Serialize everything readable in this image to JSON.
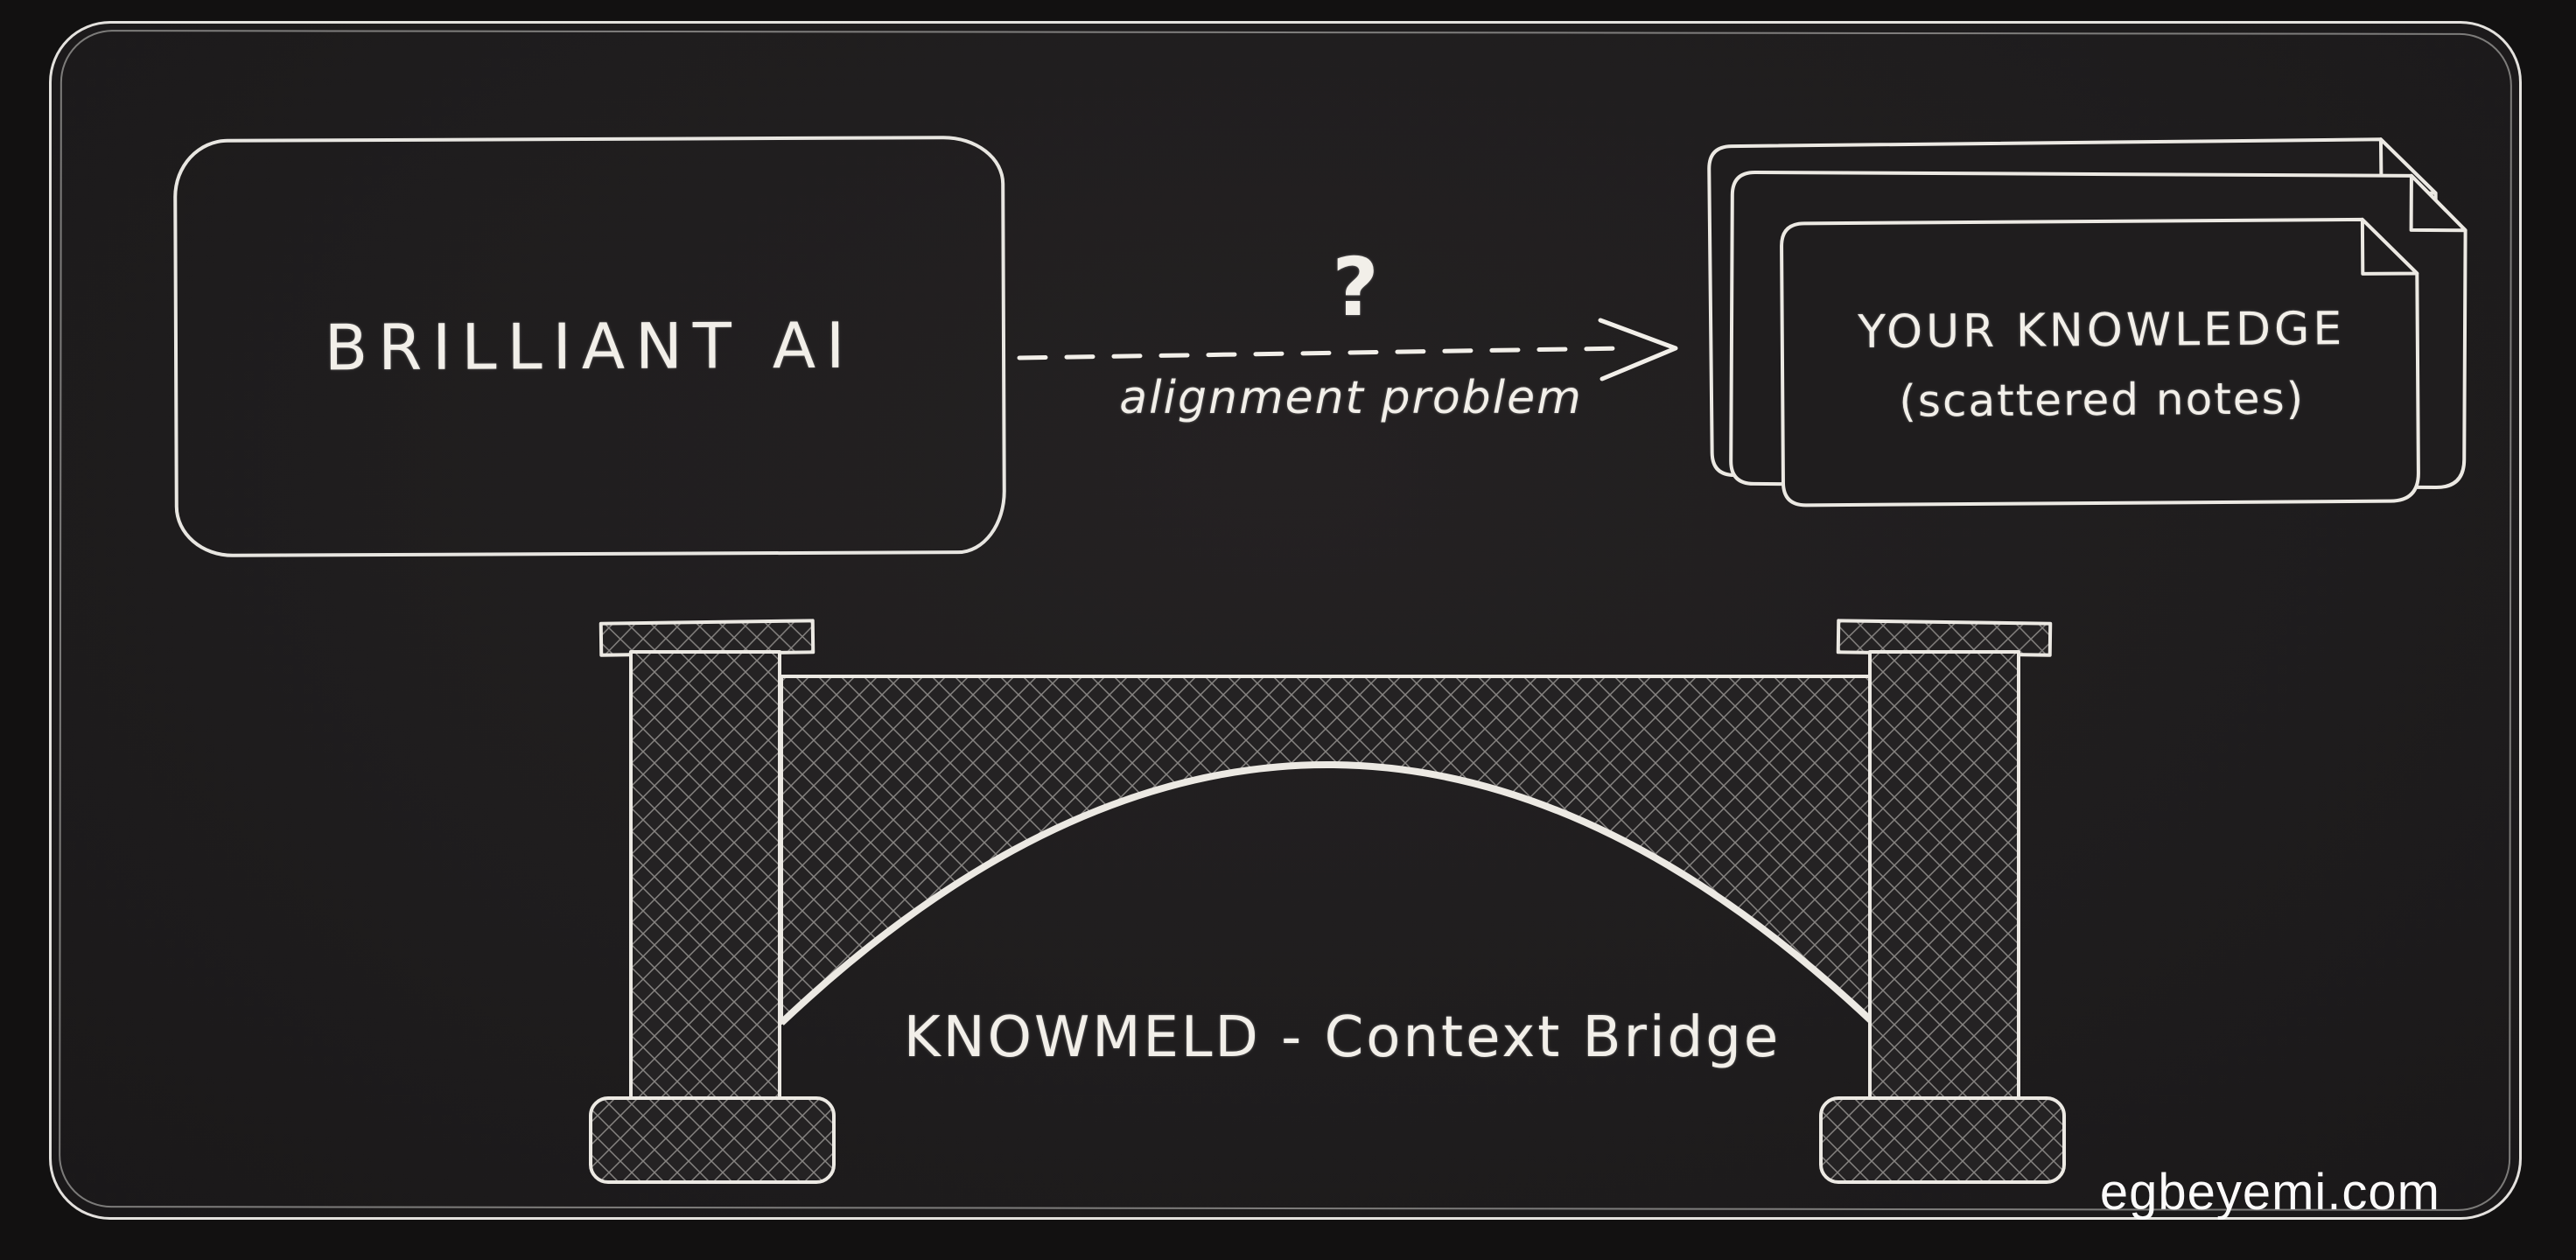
{
  "diagram": {
    "ai_box": {
      "label": "BRILLIANT AI"
    },
    "arrow": {
      "symbol": "?",
      "label": "alignment problem"
    },
    "knowledge_stack": {
      "title": "YOUR KNOWLEDGE",
      "subtitle": "(scattered notes)"
    },
    "bridge": {
      "label": "KNOWMELD - Context Bridge"
    },
    "watermark": "egbeyemi.com"
  },
  "colors": {
    "background": "#121111",
    "panel": "#1f1d1e",
    "chalk": "#f2efe9"
  }
}
